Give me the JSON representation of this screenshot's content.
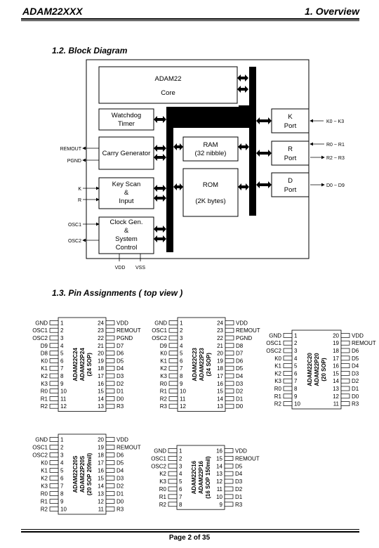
{
  "header": {
    "left": "ADAM22XXX",
    "right": "1. Overview"
  },
  "block_diagram": {
    "title": "1.2. Block Diagram",
    "blocks": {
      "core": [
        "ADAM22",
        "Core"
      ],
      "watchdog": [
        "Watchdog",
        "Timer"
      ],
      "carry": [
        "Carry Generator"
      ],
      "keyscan": [
        "Key Scan",
        "&",
        "Input"
      ],
      "clock": [
        "Clock Gen.",
        "&",
        "System",
        "Control"
      ],
      "ram": [
        "RAM",
        "(32 nibble)"
      ],
      "rom": [
        "ROM",
        "(2K bytes)"
      ],
      "kport": [
        "K",
        "Port"
      ],
      "rport": [
        "R",
        "Port"
      ],
      "dport": [
        "D",
        "Port"
      ]
    },
    "signals": {
      "remout": "REMOUT",
      "pgnd": "PGND",
      "k": "K",
      "r": "R",
      "osc1": "OSC1",
      "osc2": "OSC2",
      "vdd": "VDD",
      "vss": "VSS",
      "k0k3": "K0 ~ K3",
      "r0r1": "R0 ~ R1",
      "r2r3": "R2 ~ R3",
      "d0d9": "D0 ~ D9"
    }
  },
  "pin_assignments": {
    "title": "1.3. Pin Assignments ( top view )",
    "packages": [
      {
        "labels": [
          "ADAM22C24",
          "ADAM22P24",
          "(24 SOP)"
        ],
        "left": [
          "GND",
          "OSC1",
          "OSC2",
          "D9",
          "D8",
          "K0",
          "K1",
          "K2",
          "K3",
          "R0",
          "R1",
          "R2"
        ],
        "right": [
          "VDD",
          "REMOUT",
          "PGND",
          "D7",
          "D6",
          "D5",
          "D4",
          "D3",
          "D2",
          "D1",
          "D0",
          "R3"
        ]
      },
      {
        "labels": [
          "ADAM22C23",
          "ADAM22P23",
          "(24 SOP)"
        ],
        "left": [
          "GND",
          "OSC1",
          "OSC2",
          "D9",
          "K0",
          "K1",
          "K2",
          "K3",
          "R0",
          "R1",
          "R2",
          "R3"
        ],
        "right": [
          "VDD",
          "REMOUT",
          "PGND",
          "D8",
          "D7",
          "D6",
          "D5",
          "D4",
          "D3",
          "D2",
          "D1",
          "D0"
        ]
      },
      {
        "labels": [
          "ADAM22C20",
          "ADAM22P20",
          "(20 SOP)"
        ],
        "left": [
          "GND",
          "OSC1",
          "OSC2",
          "K0",
          "K1",
          "K2",
          "K3",
          "R0",
          "R1",
          "R2"
        ],
        "right": [
          "VDD",
          "REMOUT",
          "D6",
          "D5",
          "D4",
          "D3",
          "D2",
          "D1",
          "D0",
          "R3"
        ]
      },
      {
        "labels": [
          "ADAM22C20S",
          "ADAM22P20S",
          "(20 SOP 209mil)"
        ],
        "left": [
          "GND",
          "OSC1",
          "OSC2",
          "K0",
          "K1",
          "K2",
          "K3",
          "R0",
          "R1",
          "R2"
        ],
        "right": [
          "VDD",
          "REMOUT",
          "D6",
          "D5",
          "D4",
          "D3",
          "D2",
          "D1",
          "D0",
          "R3"
        ]
      },
      {
        "labels": [
          "ADAM22C16",
          "ADAM22P16",
          "(16 SOP 150mil)"
        ],
        "left": [
          "GND",
          "OSC1",
          "OSC2",
          "K2",
          "K3",
          "R0",
          "R1",
          "R2"
        ],
        "right": [
          "VDD",
          "REMOUT",
          "D5",
          "D4",
          "D3",
          "D2",
          "D1",
          "R3"
        ]
      }
    ]
  },
  "footer": {
    "page": "Page 2 of 35"
  }
}
